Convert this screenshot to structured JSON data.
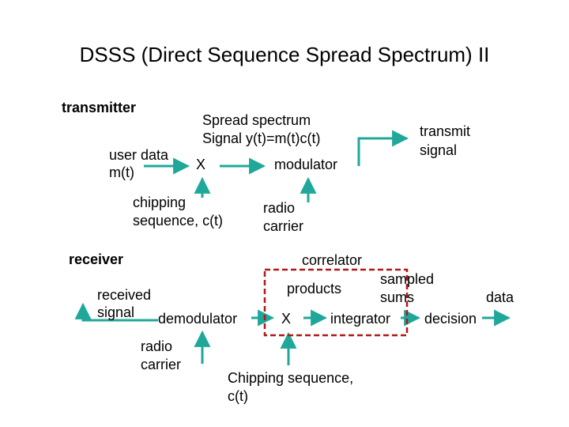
{
  "title": "DSSS (Direct Sequence Spread Spectrum) II",
  "transmitter": {
    "section_label": "transmitter",
    "user_data_line1": "user data",
    "user_data_line2": "m(t)",
    "multiplier": "X",
    "spread_line1": "Spread spectrum",
    "spread_line2": "Signal y(t)=m(t)c(t)",
    "modulator": "modulator",
    "transmit_line1": "transmit",
    "transmit_line2": "signal",
    "chipping_line1": "chipping",
    "chipping_line2": "sequence, c(t)",
    "carrier_line1": "radio",
    "carrier_line2": "carrier"
  },
  "receiver": {
    "section_label": "receiver",
    "received_line1": "received",
    "received_line2": "signal",
    "demodulator": "demodulator",
    "carrier_line1": "radio",
    "carrier_line2": "carrier",
    "correlator": "correlator",
    "products": "products",
    "multiplier": "X",
    "integrator": "integrator",
    "sampled_line1": "sampled",
    "sampled_line2": "sums",
    "decision": "decision",
    "data": "data",
    "chipping_line1": "Chipping sequence,",
    "chipping_line2": "c(t)"
  },
  "colors": {
    "arrow": "#1fa89a",
    "correlator_box": "#b01818"
  }
}
